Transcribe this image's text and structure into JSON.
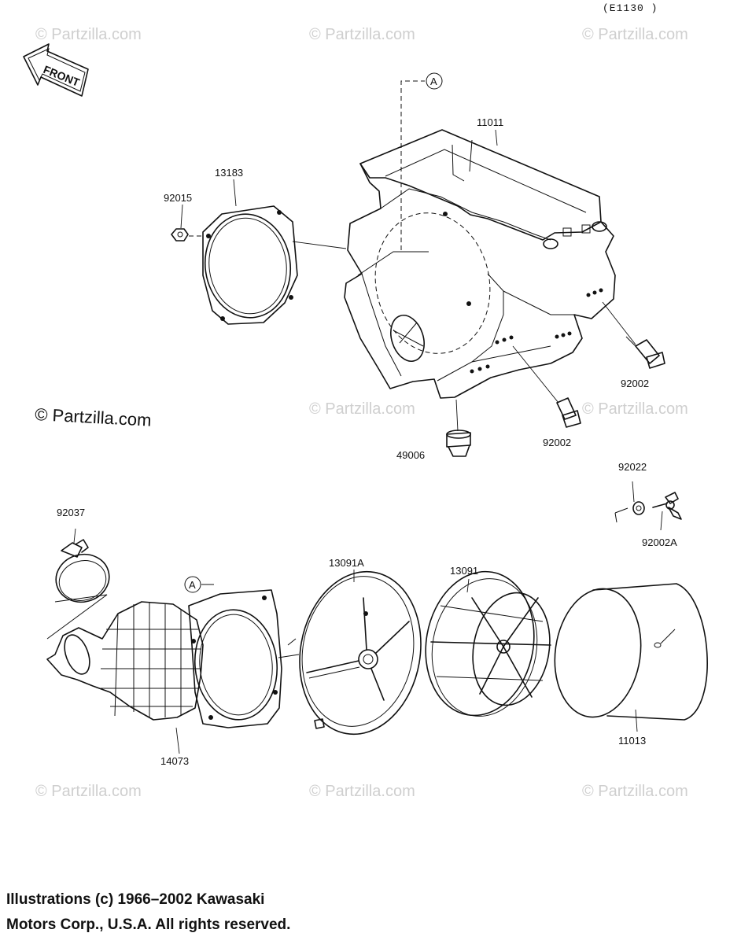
{
  "figure_code": "(E1130 )",
  "front_label": "FRONT",
  "callout_letter": "A",
  "watermark": "© Partzilla.com",
  "parts": {
    "air_box": "11011",
    "gasket_plate": "13183",
    "nut": "92015",
    "bolt_right": "92002",
    "bolt_center": "92002",
    "drain_cap": "49006",
    "washer": "92022",
    "wing_bolt": "92002A",
    "clamp": "92037",
    "duct": "14073",
    "filter_holder": "13091A",
    "filter_cage": "13091",
    "element": "11013"
  },
  "copyright": {
    "line1": "Illustrations (c) 1966–2002 Kawasaki",
    "line2": "Motors Corp., U.S.A.  All rights reserved."
  }
}
